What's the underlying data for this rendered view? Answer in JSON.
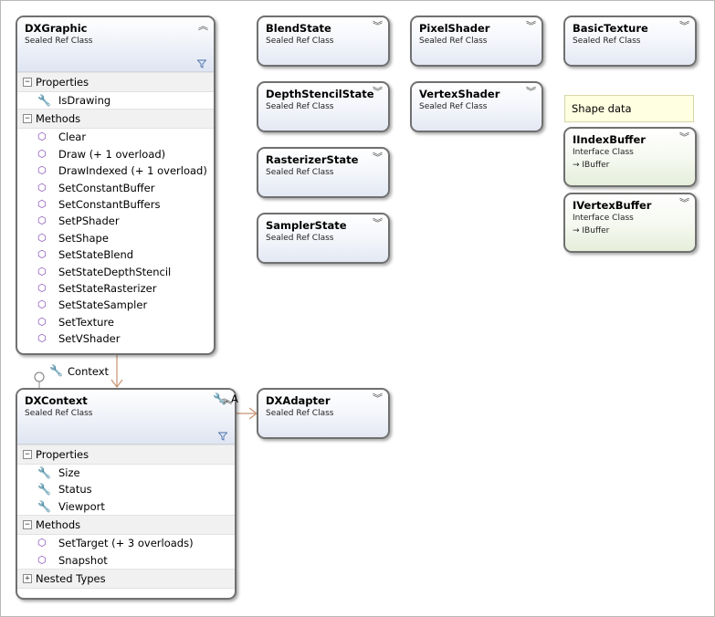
{
  "diagram": {
    "dxgraphic": {
      "name": "DXGraphic",
      "kind": "Sealed Ref Class",
      "properties_label": "Properties",
      "properties": [
        "IsDrawing"
      ],
      "methods_label": "Methods",
      "methods": [
        "Clear",
        "Draw (+ 1 overload)",
        "DrawIndexed (+ 1 overload)",
        "SetConstantBuffer",
        "SetConstantBuffers",
        "SetPShader",
        "SetShape",
        "SetStateBlend",
        "SetStateDepthStencil",
        "SetStateRasterizer",
        "SetStateSampler",
        "SetTexture",
        "SetVShader"
      ]
    },
    "dxcontext": {
      "name": "DXContext",
      "kind": "Sealed Ref Class",
      "properties_label": "Properties",
      "properties": [
        "Size",
        "Status",
        "Viewport"
      ],
      "methods_label": "Methods",
      "methods": [
        "SetTarget (+ 3 overloads)",
        "Snapshot"
      ],
      "nested_label": "Nested Types"
    },
    "small_classes": [
      {
        "name": "BlendState",
        "kind": "Sealed Ref Class"
      },
      {
        "name": "PixelShader",
        "kind": "Sealed Ref Class"
      },
      {
        "name": "BasicTexture",
        "kind": "Sealed Ref Class"
      },
      {
        "name": "DepthStencilState",
        "kind": "Sealed Ref Class"
      },
      {
        "name": "VertexShader",
        "kind": "Sealed Ref Class"
      },
      {
        "name": "RasterizerState",
        "kind": "Sealed Ref Class"
      },
      {
        "name": "SamplerState",
        "kind": "Sealed Ref Class"
      },
      {
        "name": "DXAdapter",
        "kind": "Sealed Ref Class"
      }
    ],
    "interfaces": [
      {
        "name": "IIndexBuffer",
        "kind": "Interface Class",
        "inherits": "IBuffer"
      },
      {
        "name": "IVertexBuffer",
        "kind": "Interface Class",
        "inherits": "IBuffer"
      }
    ],
    "note": "Shape data",
    "association_context": "Context",
    "association_adapter": "A",
    "icons": {
      "collapse": "chevron-double-up-icon",
      "expand": "chevron-double-down-icon",
      "method": "method-cube-icon",
      "property": "wrench-icon",
      "filter": "filter-icon"
    }
  }
}
